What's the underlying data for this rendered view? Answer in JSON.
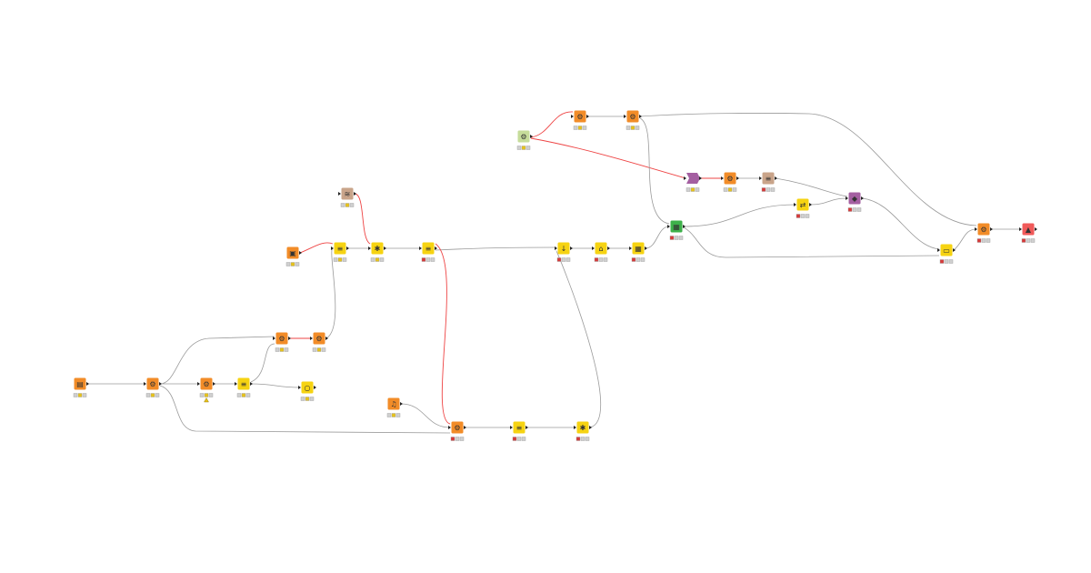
{
  "workflow": {
    "colors": {
      "source": "#f28c28",
      "manipulator": "#f6d312",
      "learner": "#3db04a",
      "predictor": "#a45fa1",
      "visualizer": "#f05a5a",
      "misc": "#c9a48a",
      "component": "#c6dc9a",
      "flow_link": "#9a9a9a",
      "var_link": "#ee4444",
      "status_red": "#d63a3a",
      "status_yellow": "#e7c21a",
      "status_gray": "#d0d0d0"
    },
    "nodes": [
      {
        "id": "n1",
        "kind": "source",
        "glyph": "▤",
        "status": "yellow",
        "warn": false
      },
      {
        "id": "n2",
        "kind": "source",
        "glyph": "⚙",
        "status": "yellow",
        "warn": false
      },
      {
        "id": "n3",
        "kind": "source",
        "glyph": "⚙",
        "status": "yellow",
        "warn": true
      },
      {
        "id": "n4",
        "kind": "manipulator",
        "glyph": "≡",
        "status": "yellow",
        "warn": false
      },
      {
        "id": "n5",
        "kind": "manipulator",
        "glyph": "○",
        "status": "yellow",
        "warn": false
      },
      {
        "id": "n6",
        "kind": "source",
        "glyph": "⚙",
        "status": "yellow",
        "warn": false
      },
      {
        "id": "n7",
        "kind": "source",
        "glyph": "⚙",
        "status": "yellow",
        "warn": false
      },
      {
        "id": "n8",
        "kind": "source",
        "glyph": "▣",
        "status": "yellow",
        "warn": false
      },
      {
        "id": "n9",
        "kind": "manipulator",
        "glyph": "≡",
        "status": "yellow",
        "warn": false
      },
      {
        "id": "n10",
        "kind": "misc",
        "glyph": "≋",
        "status": "yellow",
        "warn": false
      },
      {
        "id": "n11",
        "kind": "manipulator",
        "glyph": "✱",
        "status": "yellow",
        "warn": false
      },
      {
        "id": "n12",
        "kind": "manipulator",
        "glyph": "≡",
        "status": "red",
        "warn": false
      },
      {
        "id": "n13",
        "kind": "source",
        "glyph": "♫",
        "status": "yellow",
        "warn": false
      },
      {
        "id": "n14",
        "kind": "source",
        "glyph": "⚙",
        "status": "red",
        "warn": false
      },
      {
        "id": "n15",
        "kind": "manipulator",
        "glyph": "≡",
        "status": "red",
        "warn": false
      },
      {
        "id": "n16",
        "kind": "manipulator",
        "glyph": "✱",
        "status": "red",
        "warn": false
      },
      {
        "id": "n17",
        "kind": "manipulator",
        "glyph": "↓",
        "status": "red",
        "warn": false
      },
      {
        "id": "n18",
        "kind": "manipulator",
        "glyph": "⌂",
        "status": "red",
        "warn": false
      },
      {
        "id": "n19",
        "kind": "manipulator",
        "glyph": "▦",
        "status": "red",
        "warn": false
      },
      {
        "id": "n20",
        "kind": "component",
        "glyph": "⚙",
        "status": "yellow",
        "warn": false
      },
      {
        "id": "n21",
        "kind": "source",
        "glyph": "⚙",
        "status": "yellow",
        "warn": false
      },
      {
        "id": "n22",
        "kind": "source",
        "glyph": "⚙",
        "status": "yellow",
        "warn": false
      },
      {
        "id": "n23",
        "kind": "predictor",
        "glyph": "",
        "status": "yellow",
        "warn": false
      },
      {
        "id": "n24",
        "kind": "source",
        "glyph": "⚙",
        "status": "yellow",
        "warn": false
      },
      {
        "id": "n25",
        "kind": "misc",
        "glyph": "≡",
        "status": "red",
        "warn": false
      },
      {
        "id": "n26",
        "kind": "learner",
        "glyph": "▦",
        "status": "red",
        "warn": false
      },
      {
        "id": "n27",
        "kind": "manipulator",
        "glyph": "⇄",
        "status": "red",
        "warn": false
      },
      {
        "id": "n28",
        "kind": "predictor",
        "glyph": "◆",
        "status": "red",
        "warn": false
      },
      {
        "id": "n29",
        "kind": "manipulator",
        "glyph": "▭",
        "status": "red",
        "warn": false
      },
      {
        "id": "n30",
        "kind": "source",
        "glyph": "⚙",
        "status": "red",
        "warn": false
      },
      {
        "id": "n31",
        "kind": "visualizer",
        "glyph": "▲",
        "status": "red",
        "warn": false
      }
    ],
    "connections": [
      {
        "from": "n1",
        "to": "n2",
        "type": "flow"
      },
      {
        "from": "n2",
        "to": "n3",
        "type": "flow"
      },
      {
        "from": "n2",
        "to": "n6",
        "type": "flow"
      },
      {
        "from": "n2",
        "to": "n14",
        "type": "flow"
      },
      {
        "from": "n3",
        "to": "n4",
        "type": "flow"
      },
      {
        "from": "n4",
        "to": "n5",
        "type": "flow"
      },
      {
        "from": "n4",
        "to": "n6",
        "type": "flow"
      },
      {
        "from": "n6",
        "to": "n7",
        "type": "var"
      },
      {
        "from": "n7",
        "to": "n9",
        "type": "flow"
      },
      {
        "from": "n8",
        "to": "n9",
        "type": "var"
      },
      {
        "from": "n9",
        "to": "n11",
        "type": "flow"
      },
      {
        "from": "n10",
        "to": "n11",
        "type": "var"
      },
      {
        "from": "n11",
        "to": "n12",
        "type": "flow"
      },
      {
        "from": "n12",
        "to": "n17",
        "type": "flow"
      },
      {
        "from": "n12",
        "to": "n14",
        "type": "var"
      },
      {
        "from": "n13",
        "to": "n14",
        "type": "flow"
      },
      {
        "from": "n14",
        "to": "n15",
        "type": "flow"
      },
      {
        "from": "n15",
        "to": "n16",
        "type": "flow"
      },
      {
        "from": "n16",
        "to": "n17",
        "type": "flow"
      },
      {
        "from": "n17",
        "to": "n18",
        "type": "flow"
      },
      {
        "from": "n18",
        "to": "n19",
        "type": "flow"
      },
      {
        "from": "n19",
        "to": "n26",
        "type": "flow"
      },
      {
        "from": "n20",
        "to": "n21",
        "type": "var"
      },
      {
        "from": "n20",
        "to": "n23",
        "type": "var"
      },
      {
        "from": "n21",
        "to": "n22",
        "type": "flow"
      },
      {
        "from": "n22",
        "to": "n26",
        "type": "flow"
      },
      {
        "from": "n22",
        "to": "n30",
        "type": "flow"
      },
      {
        "from": "n23",
        "to": "n24",
        "type": "var"
      },
      {
        "from": "n24",
        "to": "n25",
        "type": "flow"
      },
      {
        "from": "n25",
        "to": "n28",
        "type": "flow"
      },
      {
        "from": "n26",
        "to": "n27",
        "type": "flow"
      },
      {
        "from": "n26",
        "to": "n29",
        "type": "flow"
      },
      {
        "from": "n27",
        "to": "n28",
        "type": "flow"
      },
      {
        "from": "n28",
        "to": "n29",
        "type": "flow"
      },
      {
        "from": "n29",
        "to": "n30",
        "type": "flow"
      },
      {
        "from": "n30",
        "to": "n31",
        "type": "flow"
      }
    ]
  }
}
